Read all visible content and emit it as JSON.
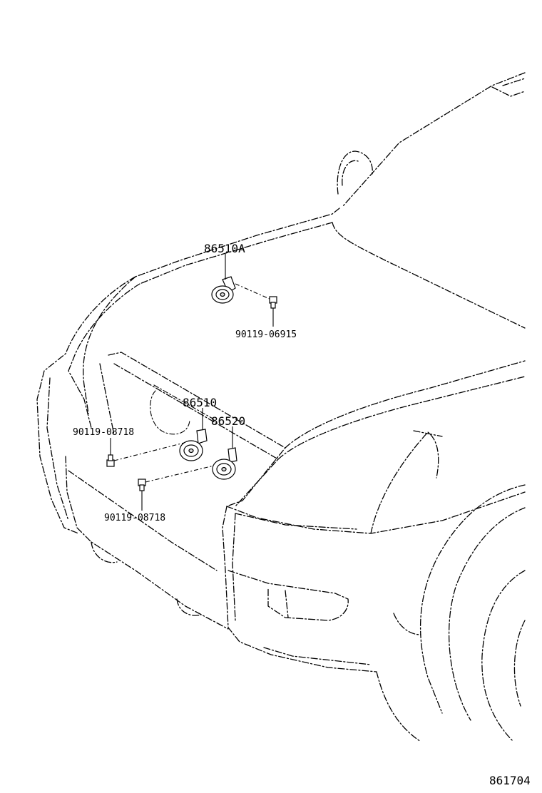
{
  "diagram": {
    "parts": {
      "horn_upper": {
        "part_number": "86510A"
      },
      "horn_high": {
        "part_number": "86510"
      },
      "horn_low": {
        "part_number": "86520"
      },
      "bolt_upper": {
        "part_number": "90119-06915"
      },
      "bolt_left_top": {
        "part_number": "90119-08718"
      },
      "bolt_left_bottom": {
        "part_number": "90119-08718"
      }
    },
    "figure_id": "861704"
  }
}
